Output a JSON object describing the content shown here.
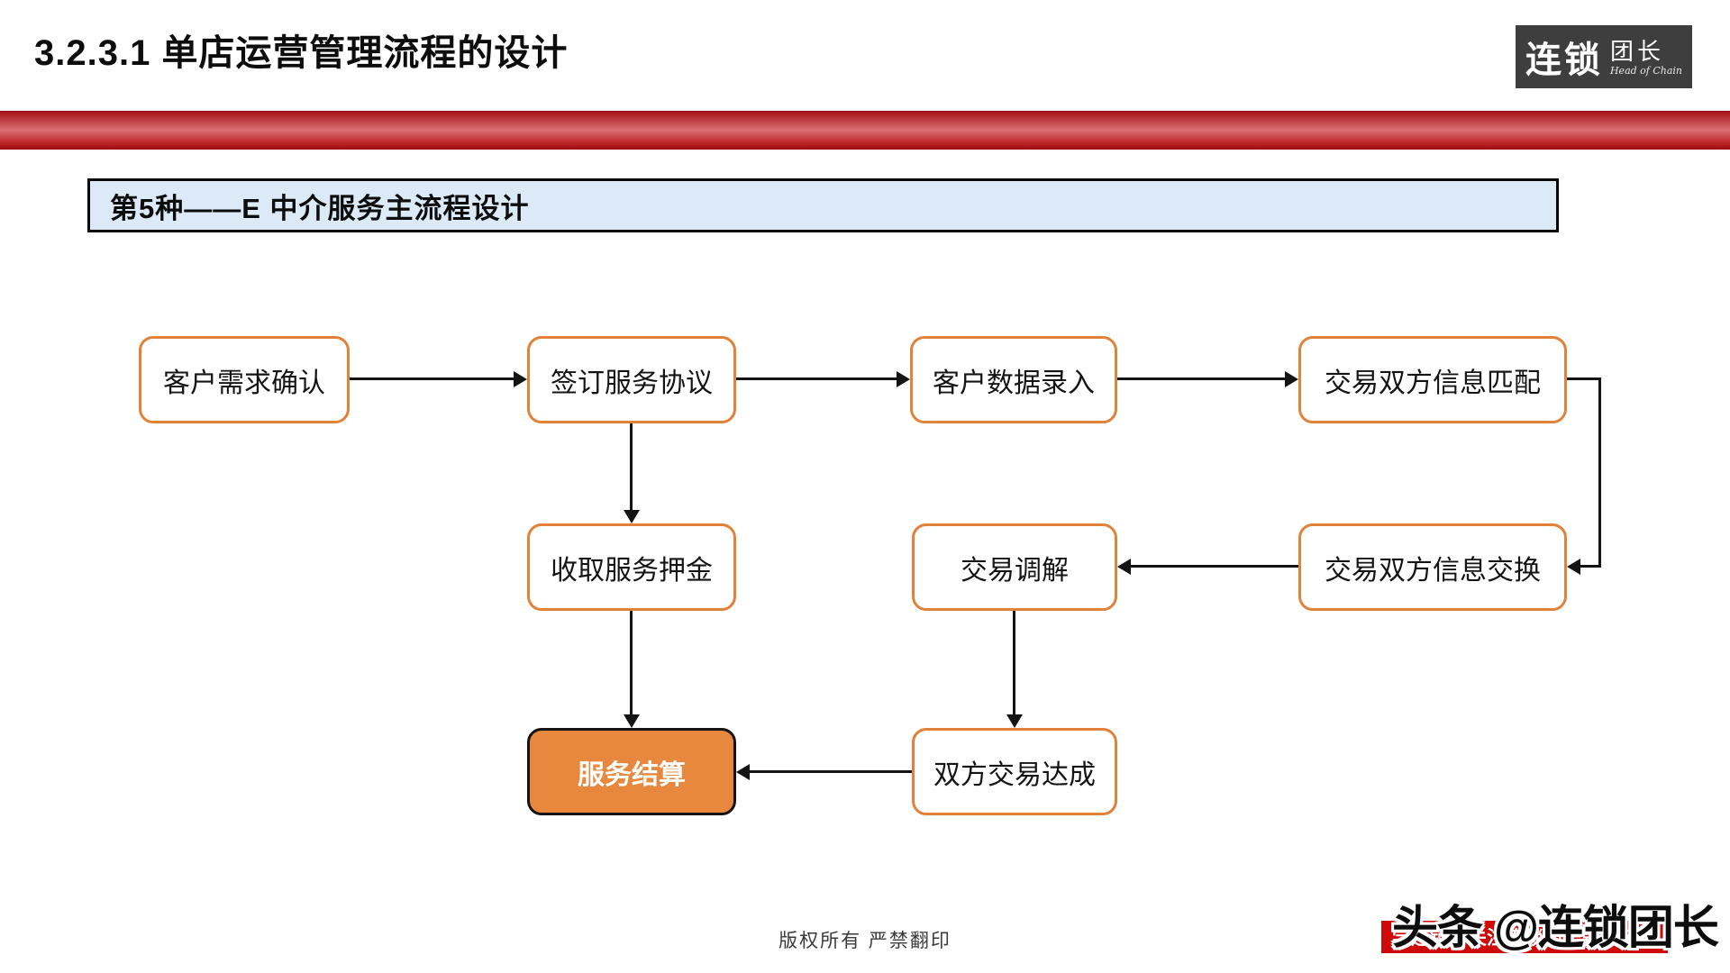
{
  "slide": {
    "title": "3.2.3.1  单店运营管理流程的设计",
    "section_header": "第5种——E 中介服务主流程设计",
    "footer_note": "版权所有  严禁翻印"
  },
  "logo": {
    "primary": "连锁",
    "secondary": "团长",
    "tagline": "Head of Chain"
  },
  "watermark": {
    "handle": "头条 @连锁团长",
    "banner_text": "学连锁，关注连锁团长就够了。"
  },
  "colors": {
    "orange_fill": "#e8883e",
    "orange_border": "#e2813a",
    "header_blue": "#dce9f6",
    "banner_red": "#cc0a0a",
    "bar_red_dark": "#9e1013",
    "bar_red_light": "#d96f72",
    "line_black": "#141414"
  },
  "flowchart": {
    "nodes": [
      {
        "id": "confirm-demand",
        "label": "客户需求确认",
        "style": "outlined"
      },
      {
        "id": "sign-agreement",
        "label": "签订服务协议",
        "style": "outlined"
      },
      {
        "id": "enter-data",
        "label": "客户数据录入",
        "style": "outlined"
      },
      {
        "id": "match-info",
        "label": "交易双方信息匹配",
        "style": "outlined"
      },
      {
        "id": "collect-deposit",
        "label": "收取服务押金",
        "style": "outlined"
      },
      {
        "id": "mediate",
        "label": "交易调解",
        "style": "outlined"
      },
      {
        "id": "exchange-info",
        "label": "交易双方信息交换",
        "style": "outlined"
      },
      {
        "id": "settle",
        "label": "服务结算",
        "style": "filled"
      },
      {
        "id": "deal-done",
        "label": "双方交易达成",
        "style": "outlined"
      }
    ],
    "edges": [
      {
        "from": "confirm-demand",
        "to": "sign-agreement"
      },
      {
        "from": "sign-agreement",
        "to": "enter-data"
      },
      {
        "from": "enter-data",
        "to": "match-info"
      },
      {
        "from": "match-info",
        "to": "exchange-info"
      },
      {
        "from": "exchange-info",
        "to": "mediate"
      },
      {
        "from": "sign-agreement",
        "to": "collect-deposit"
      },
      {
        "from": "collect-deposit",
        "to": "settle"
      },
      {
        "from": "mediate",
        "to": "deal-done"
      },
      {
        "from": "deal-done",
        "to": "settle"
      }
    ]
  }
}
